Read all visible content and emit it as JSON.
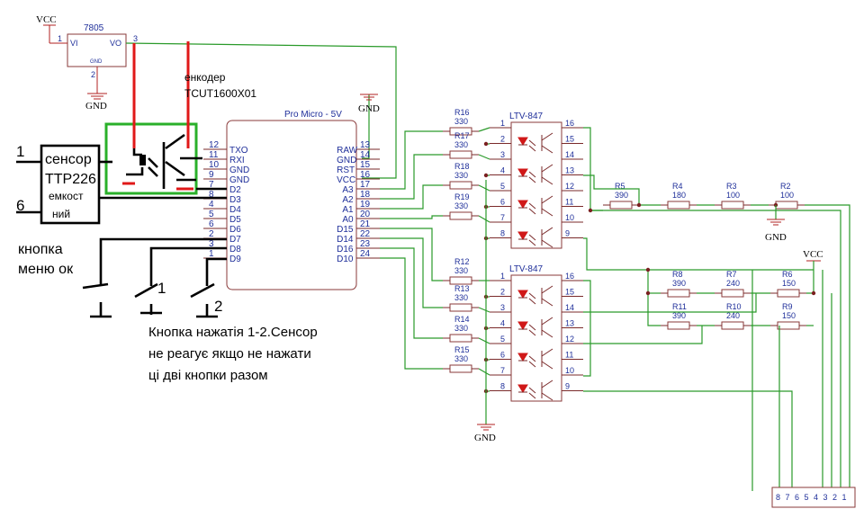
{
  "regulator": {
    "name": "7805",
    "vi": "VI",
    "vo": "VO",
    "gnd": "GND",
    "pin1": "1",
    "pin2": "2",
    "pin3": "3"
  },
  "power": {
    "vcc": "VCC",
    "gnd": "GND"
  },
  "mcu": {
    "title": "Pro Micro - 5V",
    "left_pins": [
      {
        "num": "12",
        "name": "TXO"
      },
      {
        "num": "11",
        "name": "RXI"
      },
      {
        "num": "10",
        "name": "GND"
      },
      {
        "num": "9",
        "name": "GND"
      },
      {
        "num": "7",
        "name": "D2"
      },
      {
        "num": "8",
        "name": "D3"
      },
      {
        "num": "4",
        "name": "D4"
      },
      {
        "num": "5",
        "name": "D5"
      },
      {
        "num": "6",
        "name": "D6"
      },
      {
        "num": "2",
        "name": "D7"
      },
      {
        "num": "3",
        "name": "D8"
      },
      {
        "num": "1",
        "name": "D9"
      }
    ],
    "right_pins": [
      {
        "num": "13",
        "name": "RAW"
      },
      {
        "num": "14",
        "name": "GND"
      },
      {
        "num": "15",
        "name": "RST"
      },
      {
        "num": "16",
        "name": "VCC"
      },
      {
        "num": "17",
        "name": "A3"
      },
      {
        "num": "18",
        "name": "A2"
      },
      {
        "num": "19",
        "name": "A1"
      },
      {
        "num": "20",
        "name": "A0"
      },
      {
        "num": "21",
        "name": "D15"
      },
      {
        "num": "22",
        "name": "D14"
      },
      {
        "num": "23",
        "name": "D16"
      },
      {
        "num": "24",
        "name": "D10"
      }
    ]
  },
  "optos": [
    {
      "name": "LTV-847",
      "pins_l": [
        "1",
        "2",
        "3",
        "4",
        "5",
        "6",
        "7",
        "8"
      ],
      "pins_r": [
        "16",
        "15",
        "14",
        "13",
        "12",
        "11",
        "10",
        "9"
      ]
    },
    {
      "name": "LTV-847",
      "pins_l": [
        "1",
        "2",
        "3",
        "4",
        "5",
        "6",
        "7",
        "8"
      ],
      "pins_r": [
        "16",
        "15",
        "14",
        "13",
        "12",
        "11",
        "10",
        "9"
      ]
    }
  ],
  "resistors": [
    {
      "ref": "R16",
      "val": "330"
    },
    {
      "ref": "R17",
      "val": "330"
    },
    {
      "ref": "R18",
      "val": "330"
    },
    {
      "ref": "R19",
      "val": "330"
    },
    {
      "ref": "R12",
      "val": "330"
    },
    {
      "ref": "R13",
      "val": "330"
    },
    {
      "ref": "R14",
      "val": "330"
    },
    {
      "ref": "R15",
      "val": "330"
    },
    {
      "ref": "R5",
      "val": "390"
    },
    {
      "ref": "R4",
      "val": "180"
    },
    {
      "ref": "R3",
      "val": "100"
    },
    {
      "ref": "R2",
      "val": "100"
    },
    {
      "ref": "R8",
      "val": "390"
    },
    {
      "ref": "R7",
      "val": "240"
    },
    {
      "ref": "R6",
      "val": "150"
    },
    {
      "ref": "R11",
      "val": "390"
    },
    {
      "ref": "R10",
      "val": "240"
    },
    {
      "ref": "R9",
      "val": "150"
    }
  ],
  "connector": {
    "pins": [
      "8",
      "7",
      "6",
      "5",
      "4",
      "3",
      "2",
      "1"
    ]
  },
  "annotations": {
    "encoder_1": "енкодер",
    "encoder_2": "TCUT1600X01",
    "sensor_1": "сенсор",
    "sensor_2": "ТТР226",
    "sensor_3": "емкост",
    "sensor_4": "ний",
    "sensor_pin1": "1",
    "sensor_pin6": "6",
    "menu_1": "кнопка",
    "menu_2": "меню ок",
    "btn_1": "1",
    "btn_2": "2",
    "note_1": "Кнопка нажатія 1-2.Сенсор",
    "note_2": "не реагує якщо не нажати",
    "note_3": "ці дві кнопки разом"
  }
}
